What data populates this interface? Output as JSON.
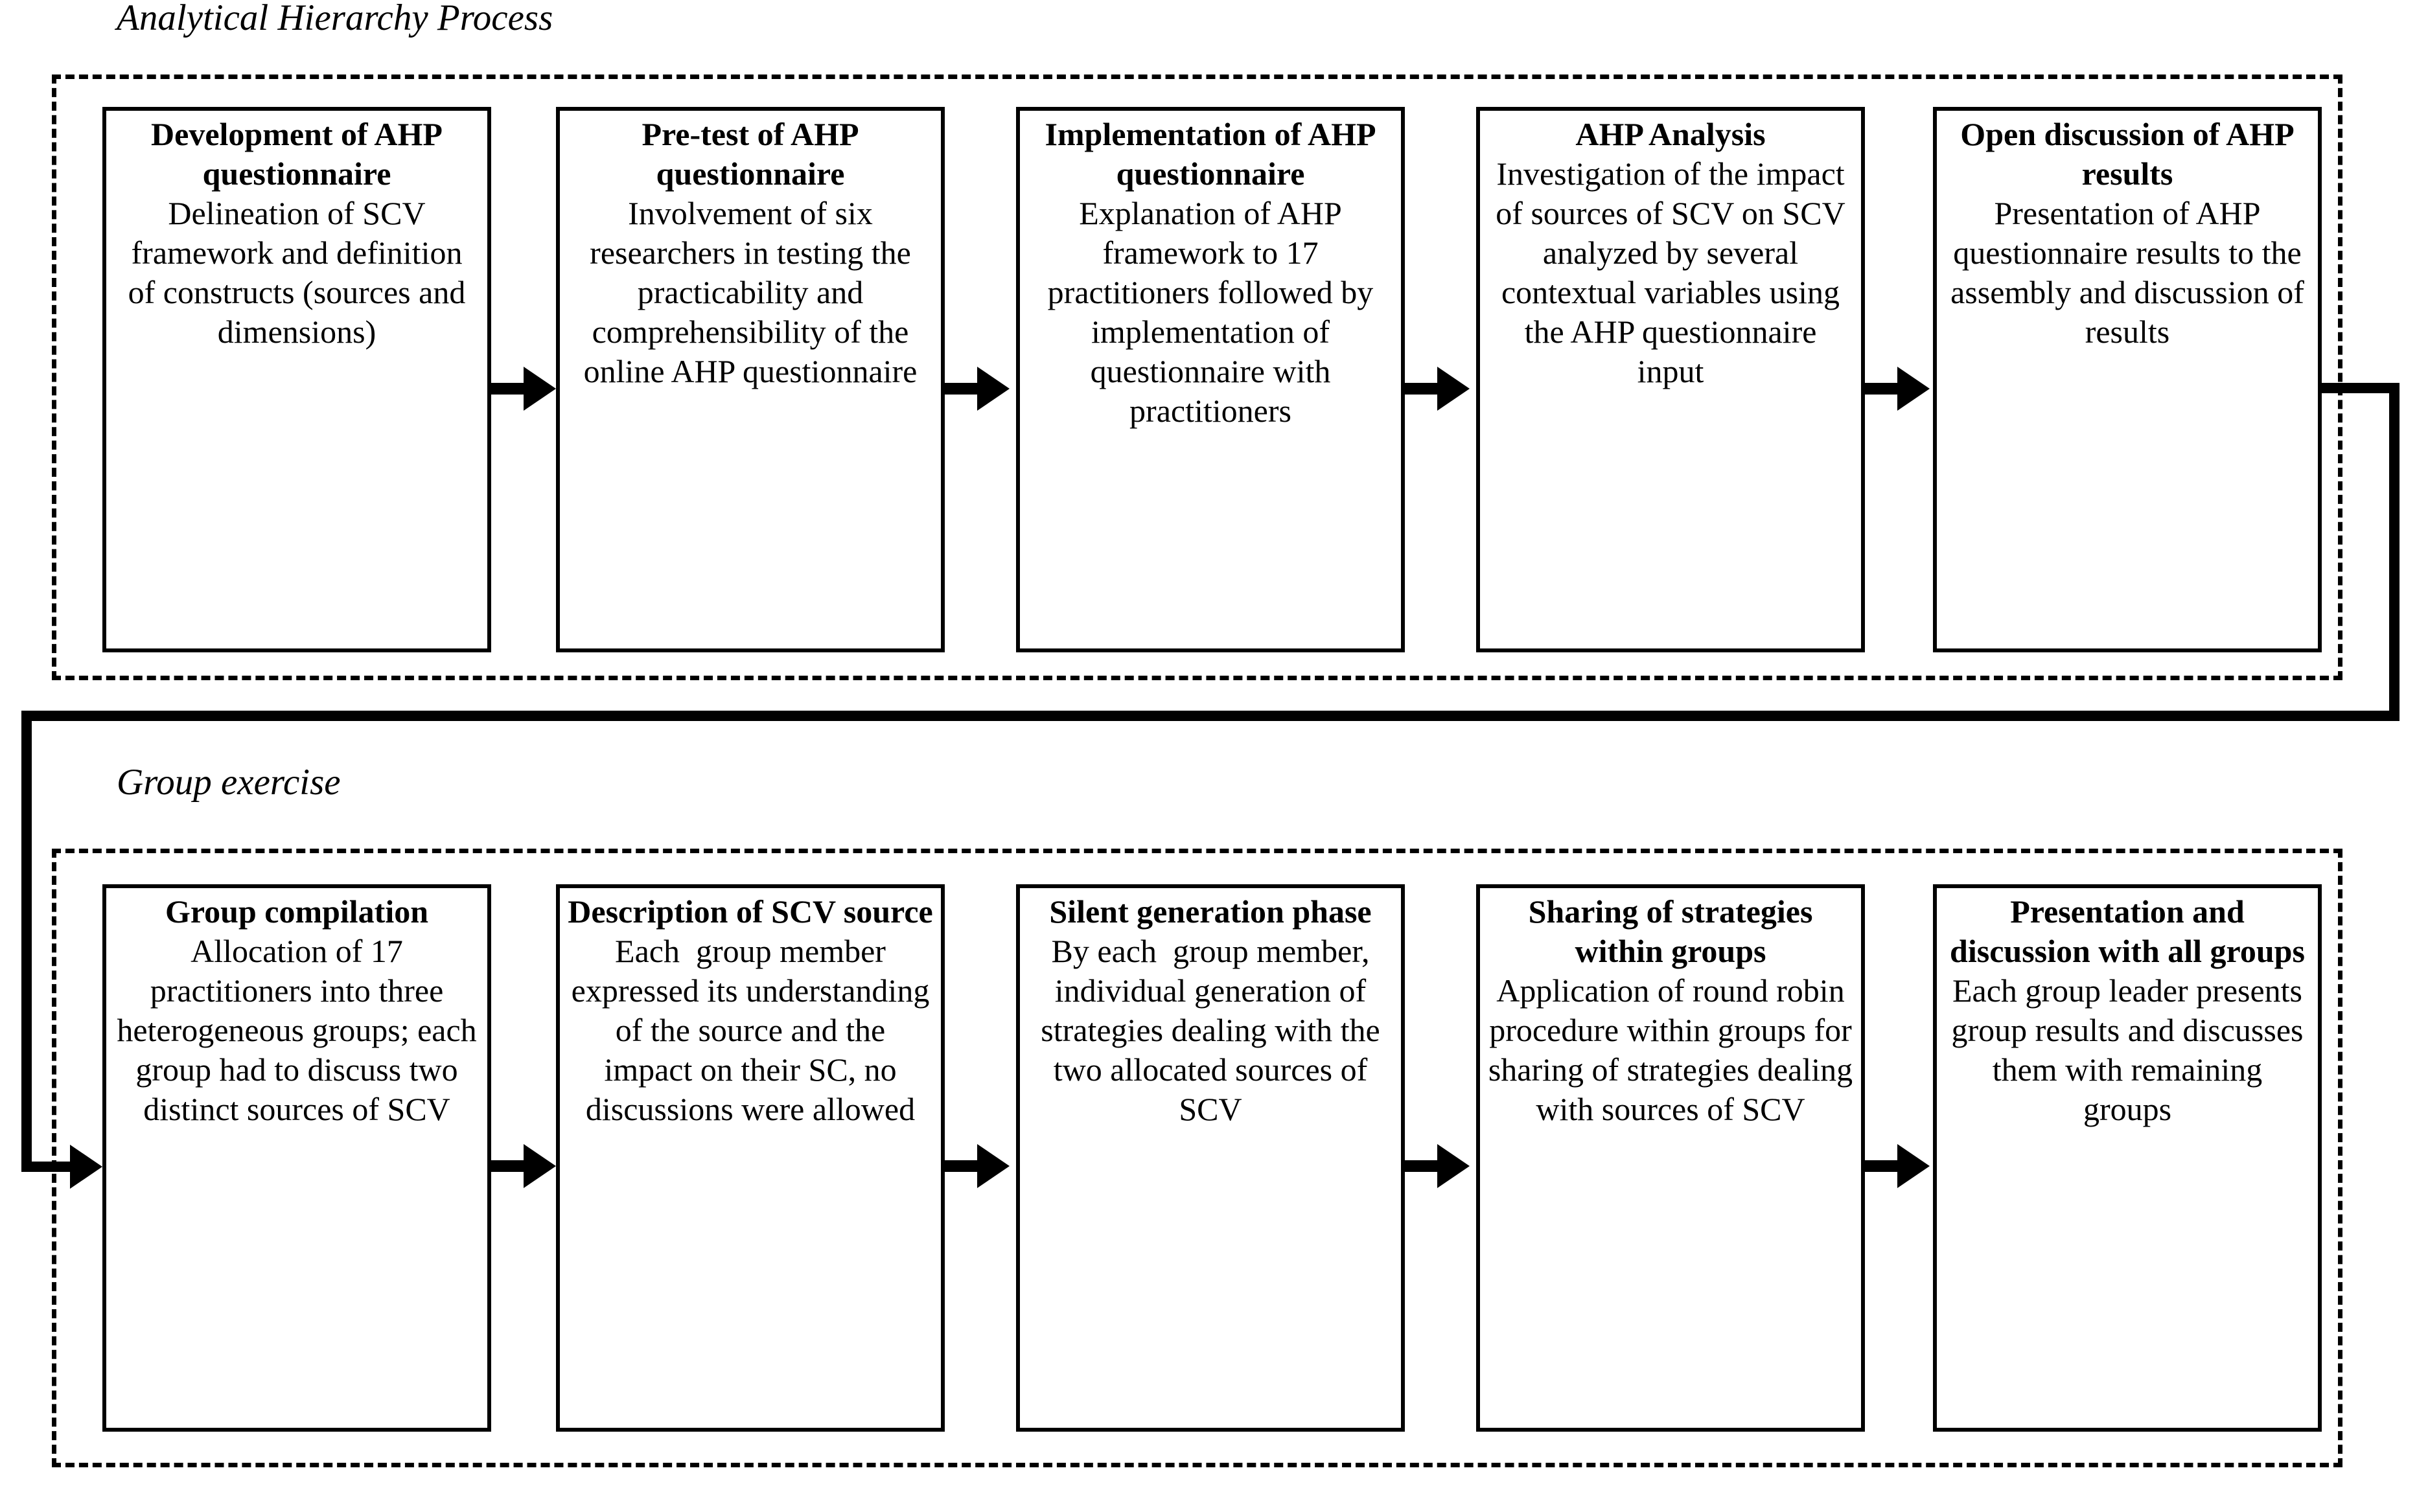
{
  "diagram": {
    "sections": [
      {
        "id": "analytical-hierarchy-process",
        "label": "Analytical Hierarchy Process",
        "steps": [
          {
            "title": "Development of AHP questionnaire",
            "description": "Delineation of SCV framework and definition of constructs (sources and dimensions)"
          },
          {
            "title": "Pre-test of AHP questionnaire",
            "description": "Involvement of six researchers in testing the practicability and comprehensibility of the online AHP questionnaire"
          },
          {
            "title": "Implementation of AHP questionnaire",
            "description": "Explanation of AHP framework to 17 practitioners followed by implementation of questionnaire with practitioners"
          },
          {
            "title": "AHP Analysis",
            "description": "Investigation of the impact of sources of SCV on SCV analyzed by several contextual variables using the AHP questionnaire input"
          },
          {
            "title": "Open discussion of AHP results",
            "description": "Presentation of AHP questionnaire results to the assembly and discussion of results"
          }
        ]
      },
      {
        "id": "group-exercise",
        "label": "Group exercise",
        "steps": [
          {
            "title": "Group compilation",
            "description": "Allocation of 17 practitioners into three heterogeneous groups; each group had to discuss two distinct sources of SCV"
          },
          {
            "title": "Description of SCV source",
            "description": "Each  group member expressed its understanding of the source and the impact on their SC, no discussions were allowed"
          },
          {
            "title": "Silent generation phase",
            "description": "By each  group member, individual generation of strategies dealing with the two allocated sources of SCV"
          },
          {
            "title": "Sharing of strategies within groups",
            "description": "Application of round robin procedure within groups for sharing of strategies dealing with sources of SCV"
          },
          {
            "title": "Presentation and discussion with all groups",
            "description": "Each group leader presents group results and discusses them with remaining groups"
          }
        ]
      }
    ],
    "colors": {
      "stroke": "#000000",
      "background": "#ffffff"
    }
  }
}
